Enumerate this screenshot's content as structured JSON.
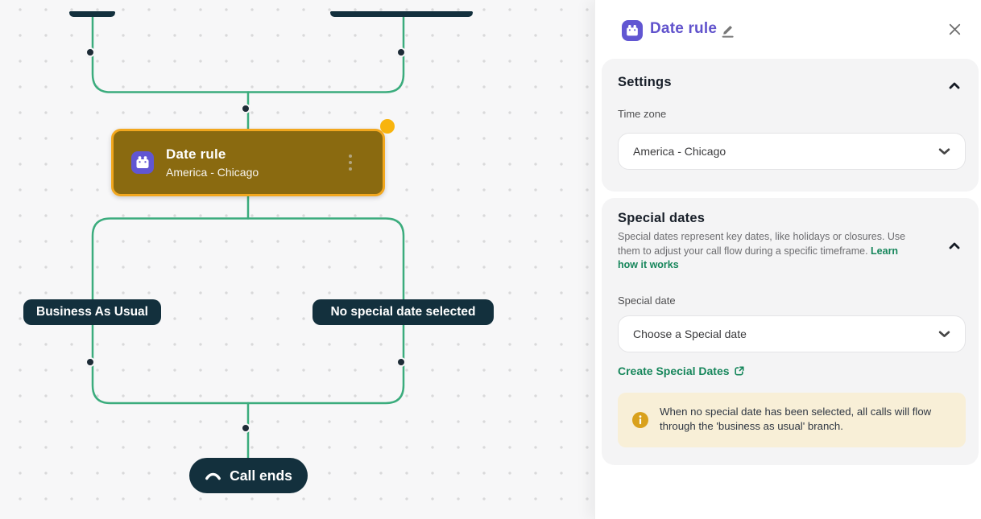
{
  "canvas": {
    "date_rule_node": {
      "title": "Date rule",
      "subtitle": "America - Chicago"
    },
    "branch_labels": {
      "left": "Business As Usual",
      "right": "No special date selected"
    },
    "call_ends": {
      "label": "Call ends"
    }
  },
  "panel": {
    "header": {
      "title": "Date rule"
    },
    "settings_card": {
      "title": "Settings",
      "timezone": {
        "label": "Time zone",
        "value": "America - Chicago"
      }
    },
    "special_dates_card": {
      "title": "Special dates",
      "description": "Special dates represent key dates, like holidays or closures. Use them to adjust your call flow during a specific timeframe.",
      "learn_more_link": "Learn how it works",
      "special_date": {
        "label": "Special date",
        "value": "Choose a Special date"
      },
      "create_link": "Create Special Dates",
      "info_banner": "When no special date has been selected, all calls will flow through the 'business as usual' branch."
    }
  },
  "colors": {
    "connector_green": "#3bac7d",
    "node_dark": "#13303d",
    "accent_purple": "#6156d2",
    "selected_node_fill": "#8a6a10",
    "selected_node_border": "#f2a71e",
    "selection_dot": "#f8b40e",
    "link_green": "#16865b",
    "info_banner_bg": "#f8efd7",
    "info_icon": "#d9a11c"
  }
}
